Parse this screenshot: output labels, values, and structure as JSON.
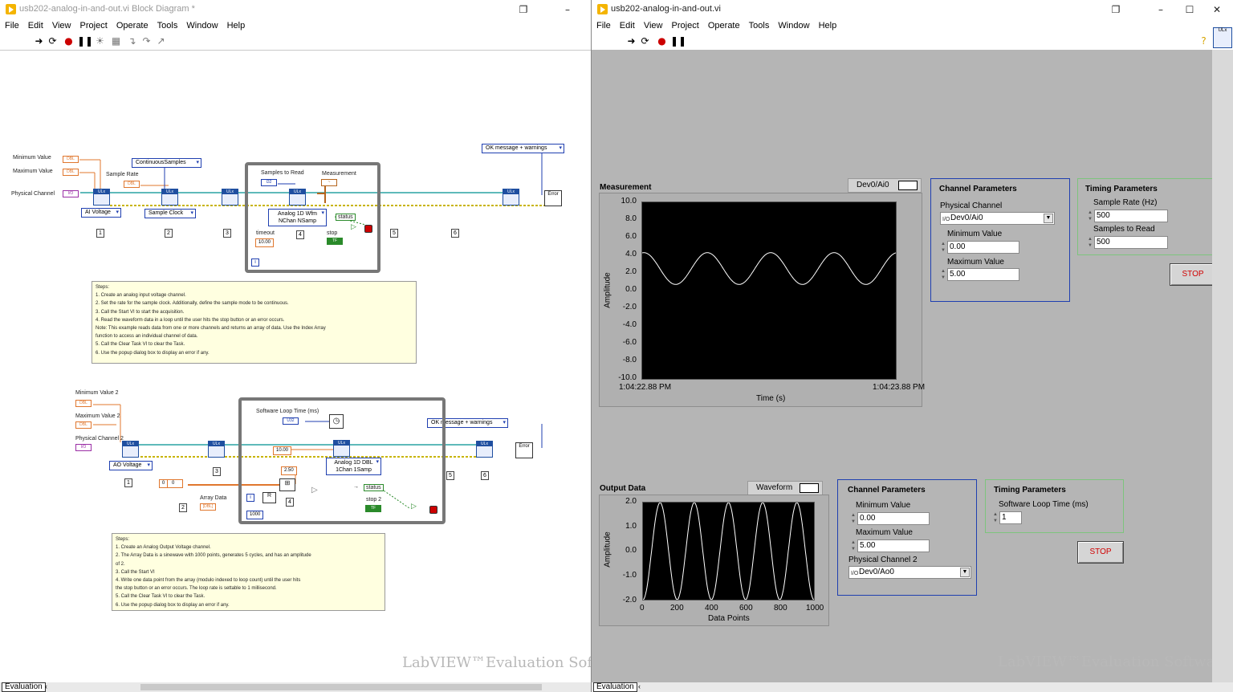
{
  "block_diagram": {
    "title": "usb202-analog-in-and-out.vi Block Diagram *",
    "menu": [
      "File",
      "Edit",
      "View",
      "Project",
      "Operate",
      "Tools",
      "Window",
      "Help"
    ],
    "upper": {
      "minimum_value": "Minimum Value",
      "maximum_value": "Maximum Value",
      "physical_channel": "Physical Channel",
      "sample_rate": "Sample Rate",
      "continuous_samples": "ContinuousSamples",
      "ai_voltage": "AI Voltage",
      "sample_clock": "Sample Clock",
      "samples_to_read": "Samples to Read",
      "measurement": "Measurement",
      "analog_read": "Analog 1D Wfm NChan NSamp",
      "status": "status",
      "timeout": "timeout",
      "timeout_value": "10.00",
      "stop": "stop",
      "ok_message": "OK message + warnings",
      "steps": [
        "1",
        "2",
        "3",
        "4",
        "5",
        "6"
      ],
      "comment": [
        "Steps:",
        "1.  Create an analog input voltage channel.",
        "2.  Set the rate for the sample clock.  Additionally, define the sample mode to be continuous.",
        "3.  Call the Start VI to start the acquisition.",
        "4.  Read the waveform data in a loop until the user hits the stop button or an error occurs.",
        "Note: This example reads data from one or more channels and returns an array of data. Use the Index Array",
        "function to access an individual channel of data.",
        "5.  Call the Clear Task VI to clear the Task.",
        "6.  Use the popup dialog box to display an error if any."
      ]
    },
    "lower": {
      "minimum_value_2": "Minimum Value 2",
      "maximum_value_2": "Maximum Value 2",
      "physical_channel_2": "Physical Channel 2",
      "software_loop_time": "Software Loop Time (ms)",
      "ao_voltage": "AO Voltage",
      "ok_message": "OK message + warnings",
      "const_10": "10.00",
      "const_250": "2.50",
      "array_data": "Array Data",
      "array_index_a": "0",
      "array_index_b": "0",
      "const_1000": "1000",
      "analog_write": "Analog 1D DBL 1Chan 1Samp",
      "status": "status",
      "stop_2": "stop 2",
      "steps": [
        "1",
        "2",
        "3",
        "4",
        "5",
        "6"
      ],
      "comment": [
        "Steps:",
        "1.  Create an Analog Output Voltage channel.",
        "2.  The Array Data is a sinewave with 1000 points, generates 5 cycles, and has an amplitude",
        "of 2.",
        "3.  Call the Start VI",
        "4.  Write one data point from the array (modulo indexed to loop count) until the user hits",
        "the stop button or an error occurs.  The loop rate is settable to 1 millisecond.",
        "5.  Call the Clear Task VI to clear the Task.",
        "6.  Use the popup dialog box to display an error if any."
      ]
    },
    "watermark": "LabVIEW™Evaluation Softw",
    "status_tab": "Evaluation"
  },
  "front_panel": {
    "title": "usb202-analog-in-and-out.vi",
    "menu": [
      "File",
      "Edit",
      "View",
      "Project",
      "Operate",
      "Tools",
      "Window",
      "Help"
    ],
    "measurement_graph": {
      "title": "Measurement",
      "legend": "Dev0/Ai0",
      "ylabel": "Amplitude",
      "xlabel": "Time (s)",
      "y_ticks": [
        "10.0",
        "8.0",
        "6.0",
        "4.0",
        "2.0",
        "0.0",
        "-2.0",
        "-4.0",
        "-6.0",
        "-8.0",
        "-10.0"
      ],
      "x_start": "1:04:22.88 PM",
      "x_end": "1:04:23.88 PM"
    },
    "ai_channel_params": {
      "title": "Channel Parameters",
      "physical_channel_label": "Physical Channel",
      "physical_channel": "Dev0/Ai0",
      "min_label": "Minimum Value",
      "min": "0.00",
      "max_label": "Maximum Value",
      "max": "5.00"
    },
    "ai_timing_params": {
      "title": "Timing Parameters",
      "rate_label": "Sample Rate (Hz)",
      "rate": "500",
      "samples_label": "Samples to Read",
      "samples": "500"
    },
    "stop_1": "STOP",
    "output_graph": {
      "title": "Output Data",
      "legend": "Waveform",
      "ylabel": "Amplitude",
      "xlabel": "Data Points",
      "y_ticks": [
        "2.0",
        "1.0",
        "0.0",
        "-1.0",
        "-2.0"
      ],
      "x_ticks": [
        "0",
        "200",
        "400",
        "600",
        "800",
        "1000"
      ]
    },
    "ao_channel_params": {
      "title": "Channel Parameters",
      "min_label": "Minimum Value",
      "min": "0.00",
      "max_label": "Maximum Value",
      "max": "5.00",
      "physical_channel_label": "Physical Channel 2",
      "physical_channel": "Dev0/Ao0"
    },
    "ao_timing_params": {
      "title": "Timing Parameters",
      "loop_time_label": "Software Loop Time (ms)",
      "loop_time": "1"
    },
    "stop_2": "STOP",
    "watermark": "LabVIEW™Evaluation Software",
    "status_tab": "Evaluation",
    "colors": {
      "panel_bg": "#b5b5b5",
      "plot_bg": "#000000",
      "trace": "#ffffff",
      "channel_group_border": "#1f3fb0",
      "timing_group_border": "#7dc47d",
      "stop_text": "#d00000"
    }
  }
}
